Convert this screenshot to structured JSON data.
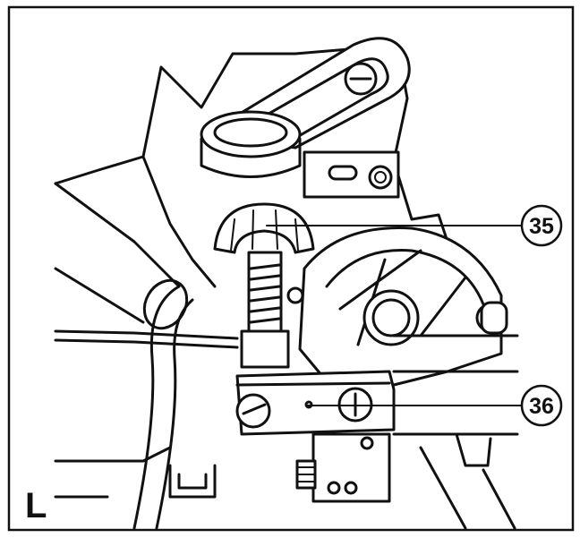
{
  "callouts": [
    {
      "id": "35",
      "label": "35"
    },
    {
      "id": "36",
      "label": "36"
    }
  ],
  "view_letter": "L",
  "colors": {
    "ink": "#111111",
    "paper": "#ffffff"
  }
}
